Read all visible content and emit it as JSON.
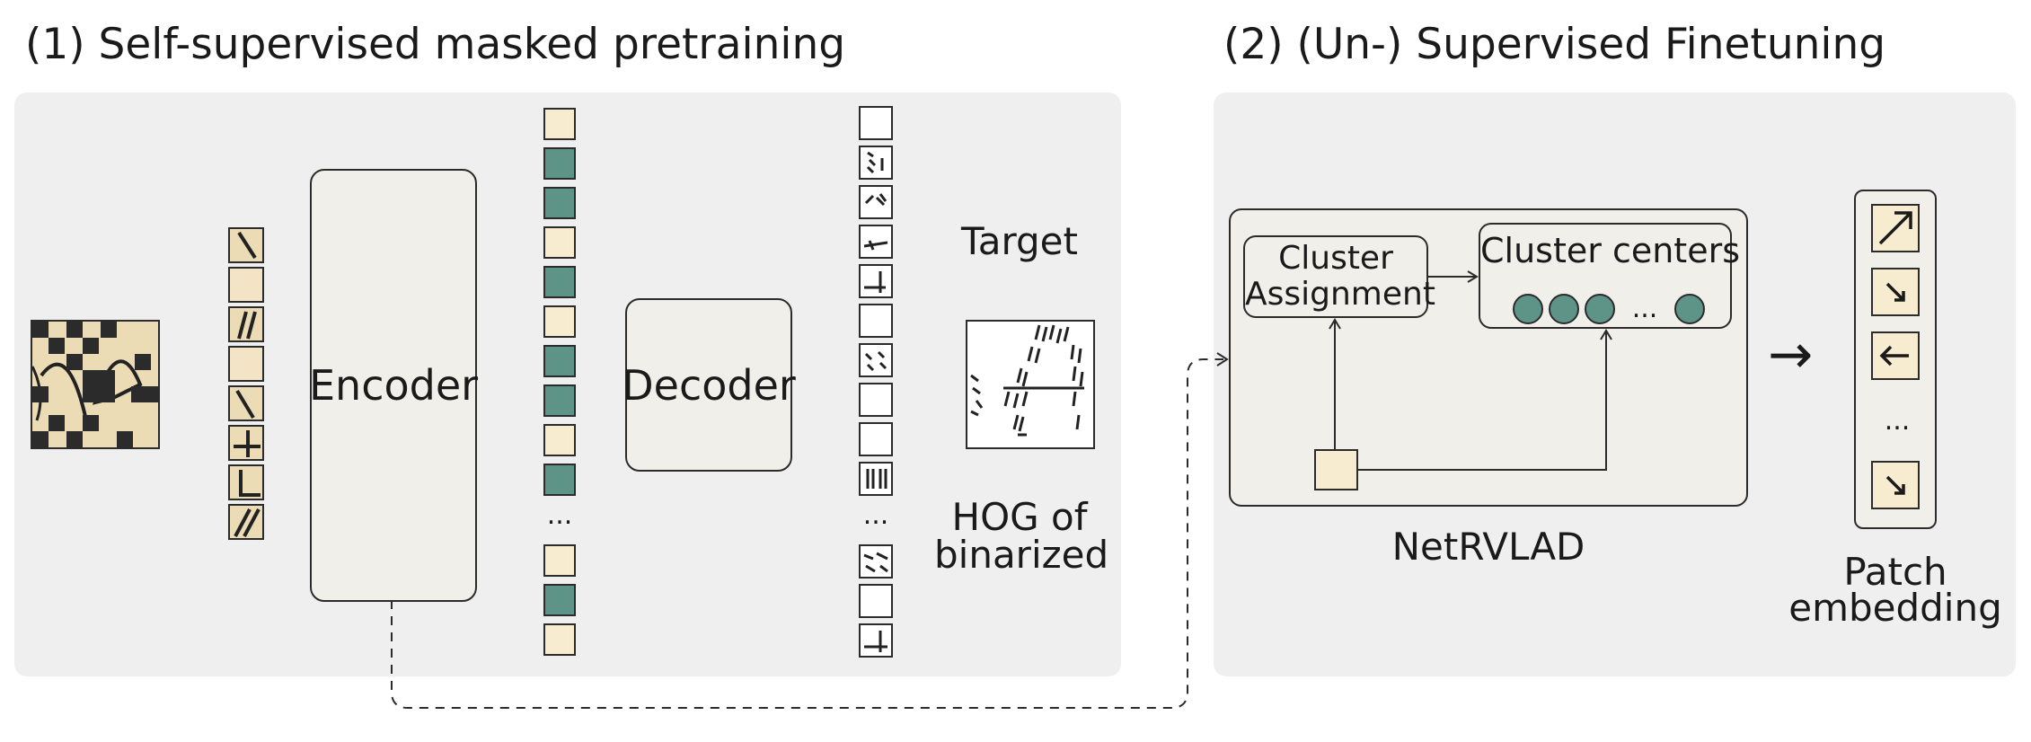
{
  "section1": {
    "title": "(1) Self-supervised masked pretraining",
    "encoder": "Encoder",
    "decoder": "Decoder",
    "target_label": "Target",
    "hog_label_line1": "HOG of",
    "hog_label_line2": "binarized",
    "ellipsis": "..."
  },
  "section2": {
    "title": "(2) (Un-) Supervised Finetuning",
    "cluster_assignment_line1": "Cluster",
    "cluster_assignment_line2": "Assignment",
    "cluster_centers": "Cluster centers",
    "netrvlad": "NetRVLAD",
    "arrow": "→",
    "patch_line1": "Patch",
    "patch_line2": "embedding",
    "ellipsis": "...",
    "centers_ellipsis": "..."
  },
  "tokens": [
    "u",
    "m",
    "m",
    "u",
    "m",
    "u",
    "m",
    "m",
    "u",
    "m",
    "u",
    "m",
    "u"
  ],
  "hog_cells": [
    "blank",
    "hog",
    "hog",
    "hog",
    "hog",
    "blank",
    "hog",
    "blank",
    "blank",
    "hog",
    "hog",
    "blank",
    "hog"
  ],
  "embedding_icons": [
    "arrow-up-right-icon",
    "arrow-down-right-icon",
    "arrow-left-icon",
    "arrow-down-right-icon"
  ],
  "colors": {
    "panel": "#efefef",
    "box_fill": "#f0efe9",
    "unmasked_token": "#f7ecd0",
    "masked_token": "#5d9487",
    "outline": "#2b2b2b"
  }
}
